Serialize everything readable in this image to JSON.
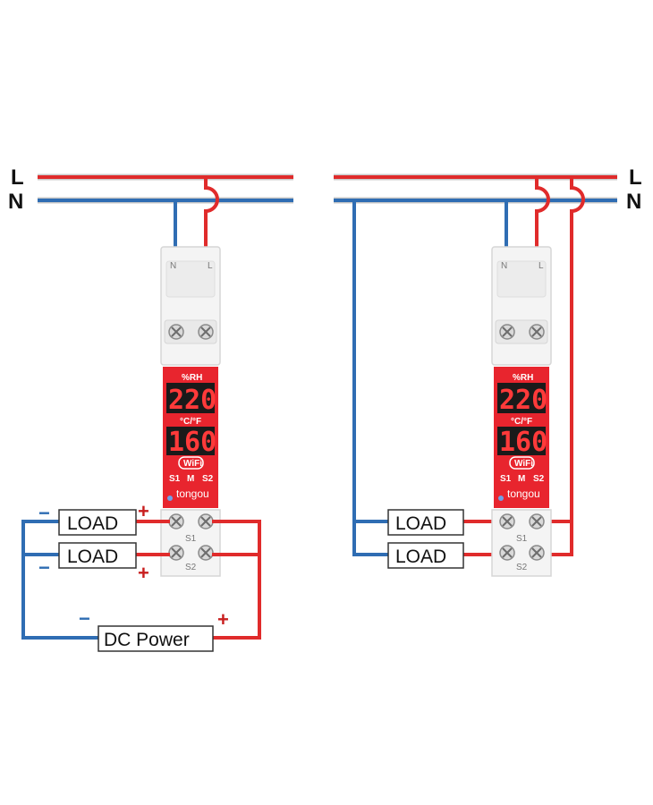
{
  "lines": {
    "live": "L",
    "neutral": "N"
  },
  "loads": {
    "label": "LOAD"
  },
  "dc_power": {
    "label": "DC Power"
  },
  "polarity": {
    "plus": "+",
    "minus": "−"
  },
  "device": {
    "humidity_unit": "%RH",
    "humidity_value": "220",
    "temp_unit": "°C/°F",
    "temp_value": "160",
    "wifi": "WiFi",
    "s1": "S1",
    "m": "M",
    "s2": "S2",
    "brand": "tongou",
    "terminal_n": "N",
    "terminal_l": "L",
    "out_s1": "S1",
    "out_s2": "S2"
  },
  "colors": {
    "live_wire": "#e02b2b",
    "neutral_wire": "#2f6db3",
    "display": "#e8252e"
  }
}
